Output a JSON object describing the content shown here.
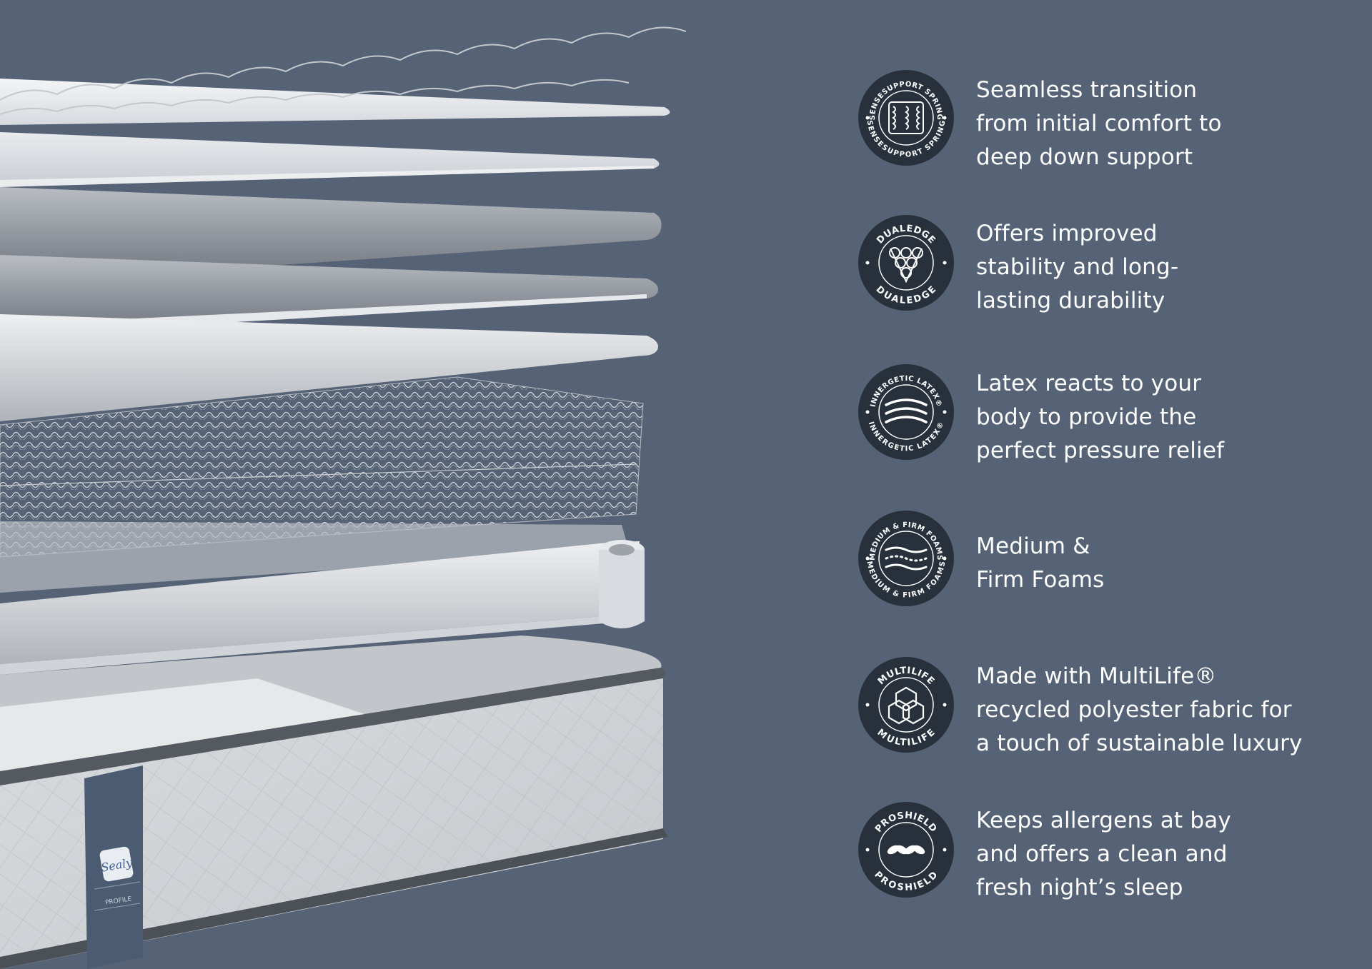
{
  "brand": {
    "logo_text": "Sealy",
    "product_label": "PROFILE"
  },
  "colors": {
    "background": "#566376",
    "badge_fill": "#27303b",
    "text": "#ffffff"
  },
  "features": [
    {
      "badge_text": "SENSESUPPORT SPRING",
      "icon": "spring-coil-icon",
      "lines": [
        "Seamless transition",
        "from initial comfort to",
        "deep down support"
      ]
    },
    {
      "badge_text": "DUALEDGE",
      "icon": "edge-coils-icon",
      "lines": [
        "Offers improved",
        "stability and long-",
        "lasting durability"
      ]
    },
    {
      "badge_text": "INNERGETIC LATEX®",
      "icon": "latex-waves-icon",
      "lines": [
        "Latex reacts to your",
        "body to provide the",
        "perfect pressure relief"
      ]
    },
    {
      "badge_text": "MEDIUM & FIRM FOAMS",
      "icon": "foam-layers-icon",
      "lines": [
        "Medium &",
        "Firm Foams"
      ]
    },
    {
      "badge_text": "MULTILIFE",
      "icon": "recycle-hexagon-icon",
      "lines": [
        "Made with MultiLife®",
        "recycled polyester fabric for",
        "a touch of sustainable luxury"
      ]
    },
    {
      "badge_text": "PROSHIELD",
      "icon": "braid-shield-icon",
      "lines": [
        "Keeps allergens at bay",
        "and offers a clean and",
        "fresh night’s sleep"
      ]
    }
  ]
}
